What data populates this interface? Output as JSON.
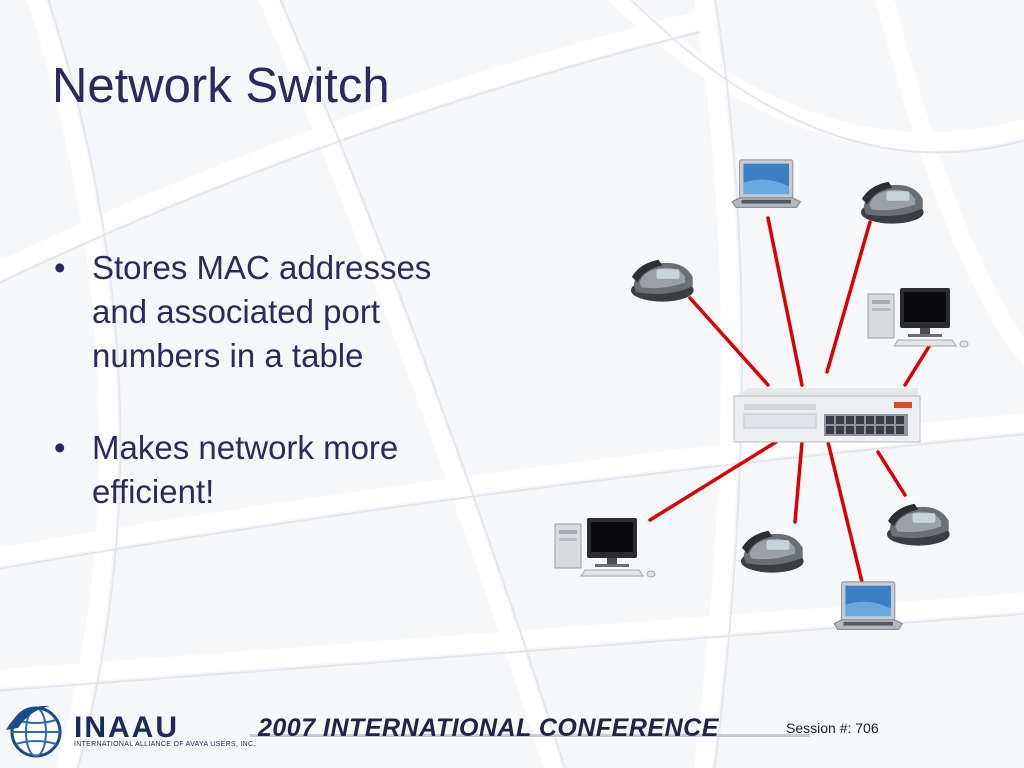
{
  "slide": {
    "title": "Network Switch",
    "bullets": [
      {
        "marker": "•",
        "text": "Stores MAC addresses and associated port numbers in a table"
      },
      {
        "marker": "•",
        "text": "Makes network more efficient!"
      }
    ]
  },
  "diagram": {
    "switch": {
      "kind": "network-switch"
    },
    "devices": [
      {
        "kind": "laptop-icon"
      },
      {
        "kind": "ip-phone-icon"
      },
      {
        "kind": "ip-phone-icon"
      },
      {
        "kind": "desktop-computer-icon"
      },
      {
        "kind": "desktop-computer-icon"
      },
      {
        "kind": "ip-phone-icon"
      },
      {
        "kind": "laptop-icon"
      },
      {
        "kind": "ip-phone-icon"
      }
    ],
    "link_color": "#dd0000"
  },
  "footer": {
    "logo_text": "INAAU",
    "logo_subtitle": "INTERNATIONAL ALLIANCE OF AVAYA USERS, INC.",
    "conference": "2007 INTERNATIONAL CONFERENCE",
    "session": "Session #: 706"
  },
  "colors": {
    "title": "#2c2a5c",
    "bullet_text": "#2c2a5c",
    "link": "#dd0000",
    "brand": "#1a2a5a"
  }
}
